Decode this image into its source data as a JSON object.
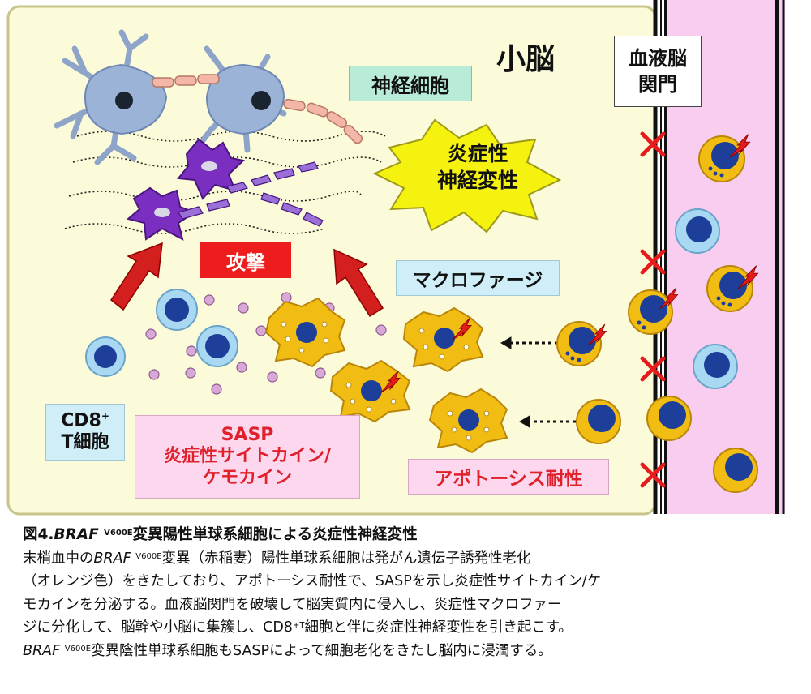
{
  "diagram": {
    "region_label": "小脳",
    "neuron_label": "神経細胞",
    "burst_line1": "炎症性",
    "burst_line2": "神経変性",
    "attack_label": "攻撃",
    "macrophage_label": "マクロファージ",
    "cd8_line1": "CD8",
    "cd8_sup": "+",
    "cd8_line2": "T細胞",
    "sasp_line1": "SASP",
    "sasp_line2": "炎症性サイトカイン/",
    "sasp_line3": "ケモカイン",
    "apoptosis_label": "アポトーシス耐性",
    "bbb_line1": "血液脳",
    "bbb_line2": "関門"
  },
  "caption": {
    "title_prefix": "図4.",
    "gene": "BRAF",
    "mutation": "V600E",
    "title_suffix": "変異陽性単球系細胞による炎症性神経変性",
    "l1_a": "末梢血中の",
    "l1_gene": "BRAF",
    "l1_mut": "V600E",
    "l1_b": "変異（赤稲妻）陽性単球系細胞は発がん遺伝子誘発性老化",
    "l2": "（オレンジ色）をきたしており、アポトーシス耐性で、SASPを示し炎症性サイトカイン/ケ",
    "l3": "モカインを分泌する。血液脳関門を破壊して脳実質内に侵入し、炎症性マクロファー",
    "l4_a": "ジに分化して、脳幹や小脳に集簇し、CD8",
    "l4_sup": "+T",
    "l4_b": "細胞と伴に炎症性神経変性を引き起こす。",
    "l5_gene": "BRAF",
    "l5_mut": "V600E",
    "l5_b": "変異陰性単球系細胞もSASPによって細胞老化をきたし脳内に浸潤する。"
  },
  "colors": {
    "brain_bg": "#fbfbd9",
    "blood_bg": "#f8cdef",
    "neuron": "#9bb3d6",
    "microglia": "#7b2fc0",
    "macrophage": "#f2bd13",
    "lymphocyte": "#a8d8f2",
    "nucleus": "#1d3f9a",
    "bolt": "#e41c1c",
    "cytokine": "#d6a6d4"
  }
}
